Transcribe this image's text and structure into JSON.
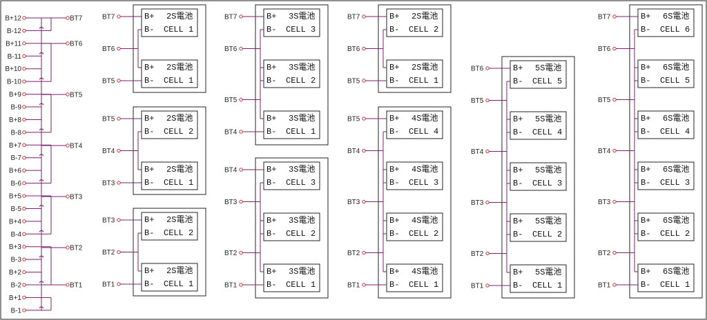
{
  "wire_color": "#7a1f6e",
  "terminal_color": "#d03030",
  "box_color": "#222222",
  "left_terminals": [
    "B+12",
    "B-12",
    "B+11",
    "B-11",
    "B+10",
    "B-10",
    "B+9",
    "B-9",
    "B+8",
    "B-8",
    "B+7",
    "B-7",
    "B+6",
    "B-6",
    "B+5",
    "B-5",
    "B+4",
    "B-4",
    "B+3",
    "B-3",
    "B+2",
    "B-2",
    "B+1",
    "B-1"
  ],
  "left_outputs": [
    "BT7",
    "BT6",
    "BT5",
    "BT4",
    "BT3",
    "BT2",
    "BT1"
  ],
  "cell_prefix": {
    "plus": "B+",
    "minus": "B-"
  },
  "groups": [
    {
      "id": "2s-a",
      "cells": [
        {
          "title": "2S電池",
          "sub": "CELL 1"
        },
        {
          "title": "2S電池",
          "sub": "CELL 1"
        }
      ],
      "labels": [
        "BT7",
        "BT6",
        "BT5"
      ]
    },
    {
      "id": "2s-b",
      "cells": [
        {
          "title": "2S電池",
          "sub": "CELL 2"
        },
        {
          "title": "2S電池",
          "sub": "CELL 1"
        }
      ],
      "labels": [
        "BT5",
        "BT4",
        "BT3"
      ]
    },
    {
      "id": "2s-c",
      "cells": [
        {
          "title": "2S電池",
          "sub": "CELL 2"
        },
        {
          "title": "2S電池",
          "sub": "CELL 1"
        }
      ],
      "labels": [
        "BT3",
        "BT2",
        "BT1"
      ]
    },
    {
      "id": "3s-a",
      "cells": [
        {
          "title": "3S電池",
          "sub": "CELL 3"
        },
        {
          "title": "3S電池",
          "sub": "CELL 2"
        },
        {
          "title": "3S電池",
          "sub": "CELL 1"
        }
      ],
      "labels": [
        "BT7",
        "BT6",
        "BT5",
        "BT4"
      ]
    },
    {
      "id": "3s-b",
      "cells": [
        {
          "title": "3S電池",
          "sub": "CELL 3"
        },
        {
          "title": "3S電池",
          "sub": "CELL 2"
        },
        {
          "title": "3S電池",
          "sub": "CELL 1"
        }
      ],
      "labels": [
        "BT4",
        "BT3",
        "BT2",
        "BT1"
      ]
    },
    {
      "id": "2s-d",
      "cells": [
        {
          "title": "2S電池",
          "sub": "CELL 2"
        },
        {
          "title": "2S電池",
          "sub": "CELL 1"
        }
      ],
      "labels": [
        "BT7",
        "BT6",
        "BT5"
      ]
    },
    {
      "id": "4s",
      "cells": [
        {
          "title": "4S電池",
          "sub": "CELL 4"
        },
        {
          "title": "4S電池",
          "sub": "CELL 3"
        },
        {
          "title": "4S電池",
          "sub": "CELL 2"
        },
        {
          "title": "4S電池",
          "sub": "CELL 1"
        }
      ],
      "labels": [
        "BT5",
        "BT4",
        "BT3",
        "BT2",
        "BT1"
      ]
    },
    {
      "id": "5s",
      "cells": [
        {
          "title": "5S電池",
          "sub": "CELL 5"
        },
        {
          "title": "5S電池",
          "sub": "CELL 4"
        },
        {
          "title": "5S電池",
          "sub": "CELL 3"
        },
        {
          "title": "5S電池",
          "sub": "CELL 2"
        },
        {
          "title": "5S電池",
          "sub": "CELL 1"
        }
      ],
      "labels": [
        "BT6",
        "BT5",
        "BT4",
        "BT3",
        "BT2",
        "BT1"
      ]
    },
    {
      "id": "6s",
      "cells": [
        {
          "title": "6S電池",
          "sub": "CELL 6"
        },
        {
          "title": "6S電池",
          "sub": "CELL 5"
        },
        {
          "title": "6S電池",
          "sub": "CELL 4"
        },
        {
          "title": "6S電池",
          "sub": "CELL 3"
        },
        {
          "title": "6S電池",
          "sub": "CELL 2"
        },
        {
          "title": "6S電池",
          "sub": "CELL 1"
        }
      ],
      "labels": [
        "BT7",
        "BT6",
        "BT5",
        "BT4",
        "BT3",
        "BT2",
        "BT1"
      ]
    }
  ]
}
